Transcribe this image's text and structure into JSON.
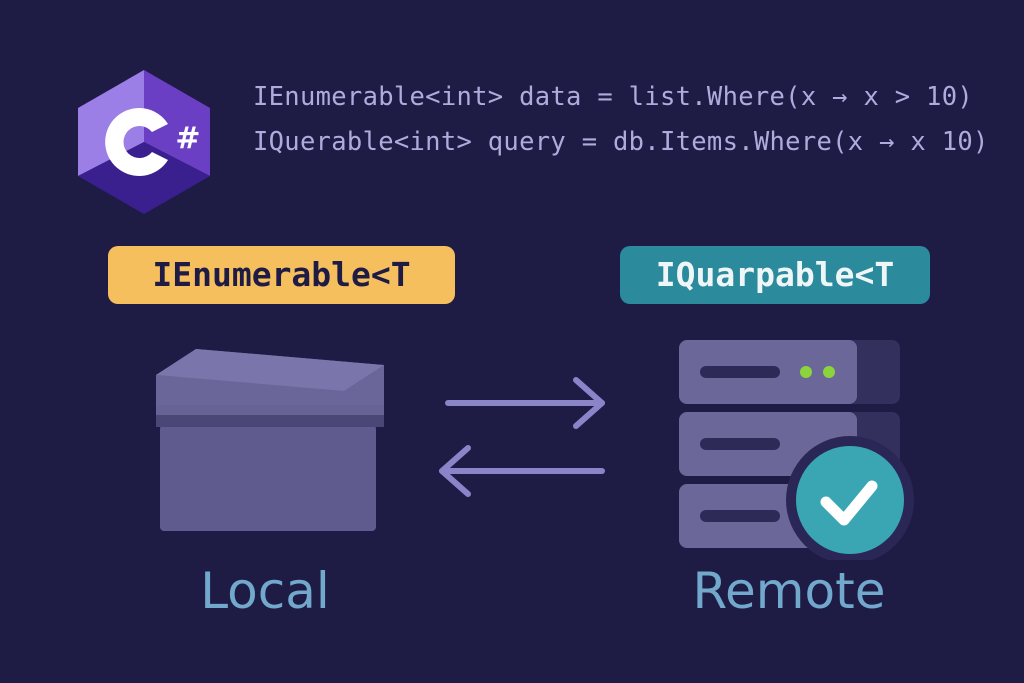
{
  "logo": {
    "label": "C#"
  },
  "code": {
    "line1": "IEnumerable<int> data = list.Where(x → x > 10)",
    "line2": "IQuerable<int> query = db.Items.Where(x → x 10)"
  },
  "badges": {
    "left": "IEnumerable<T",
    "right": "IQuarpable<T"
  },
  "captions": {
    "left": "Local",
    "right": "Remote"
  },
  "colors": {
    "background": "#1e1b45",
    "yellow": "#f6bf5e",
    "teal": "#2b8a9b",
    "check": "#3aa6b3",
    "led": "#8cd43c"
  }
}
